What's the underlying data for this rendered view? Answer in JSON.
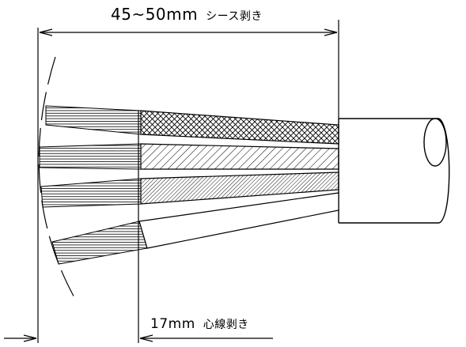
{
  "dimensions": {
    "sheath_strip": {
      "value": "45~50mm",
      "label": "シース剥き"
    },
    "core_strip": {
      "value": "17mm",
      "label": "心線剥き"
    }
  },
  "colors": {
    "line": "#000000",
    "background": "#ffffff"
  }
}
